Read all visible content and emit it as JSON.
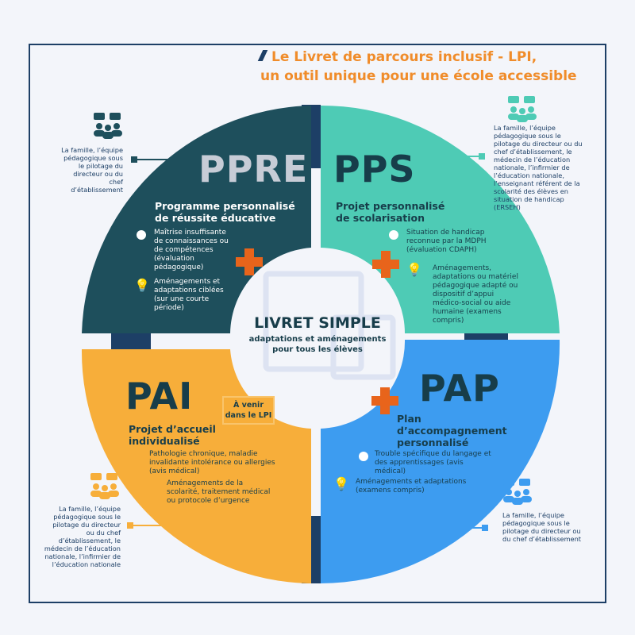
{
  "title": {
    "line1": "Le Livret de parcours inclusif - LPI,",
    "line2": "un outil unique pour une école accessible"
  },
  "colors": {
    "ppre": "#1e4f5c",
    "pps": "#4ecbb5",
    "pai": "#f7ae3a",
    "pap": "#3d9cf0",
    "accent": "#e8641b",
    "navy": "#1d3f66"
  },
  "center": {
    "title": "LIVRET SIMPLE",
    "subtitle_line1": "adaptations et aménagements",
    "subtitle_line2": "pour tous les élèves"
  },
  "ppre": {
    "acronym": "PPRE",
    "name_line1": "Programme personnalisé",
    "name_line2": "de réussite éducative",
    "criteria": "Maîtrise insuffisante de connaissances ou de compétences (évaluation pédagogique)",
    "measures": "Aménagements et adaptations ciblées (sur une courte période)",
    "actors": "La famille, l’équipe pédagogique sous le pilotage du directeur ou du chef d’établissement"
  },
  "pps": {
    "acronym": "PPS",
    "name_line1": "Projet personnalisé",
    "name_line2": "de scolarisation",
    "criteria": "Situation de handicap reconnue par la MDPH (évaluation CDAPH)",
    "measures": "Aménagements, adaptations ou matériel pédagogique adapté ou dispositif d’appui médico-social ou aide humaine (examens compris)",
    "actors": "La famille, l’équipe pédagogique sous le pilotage du directeur ou du chef d’établissement, le médecin de l’éducation nationale, l’infirmier de l’éducation nationale, l’enseignant référent de la scolarité des élèves en situation de handicap (ERSEH)"
  },
  "pai": {
    "acronym": "PAI",
    "badge": "À venir dans le LPI",
    "name_line1": "Projet d’accueil",
    "name_line2": "individualisé",
    "criteria": "Pathologie chronique, maladie invalidante intolérance ou allergies (avis médical)",
    "measures": "Aménagements de la scolarité, traitement médical ou protocole d’urgence",
    "actors": "La famille, l’équipe pédagogique sous le pilotage du directeur ou du chef d’établissement, le médecin de l’éducation nationale, l’infirmier de l’éducation nationale"
  },
  "pap": {
    "acronym": "PAP",
    "name_line1": "Plan",
    "name_line2": "d’accompagnement",
    "name_line3": "personnalisé",
    "criteria": "Trouble spécifique du langage et des apprentissages (avis médical)",
    "measures": "Aménagements et adaptations (examens compris)",
    "actors": "La famille, l’équipe pédagogique sous le pilotage du directeur ou du chef d’établissement"
  }
}
